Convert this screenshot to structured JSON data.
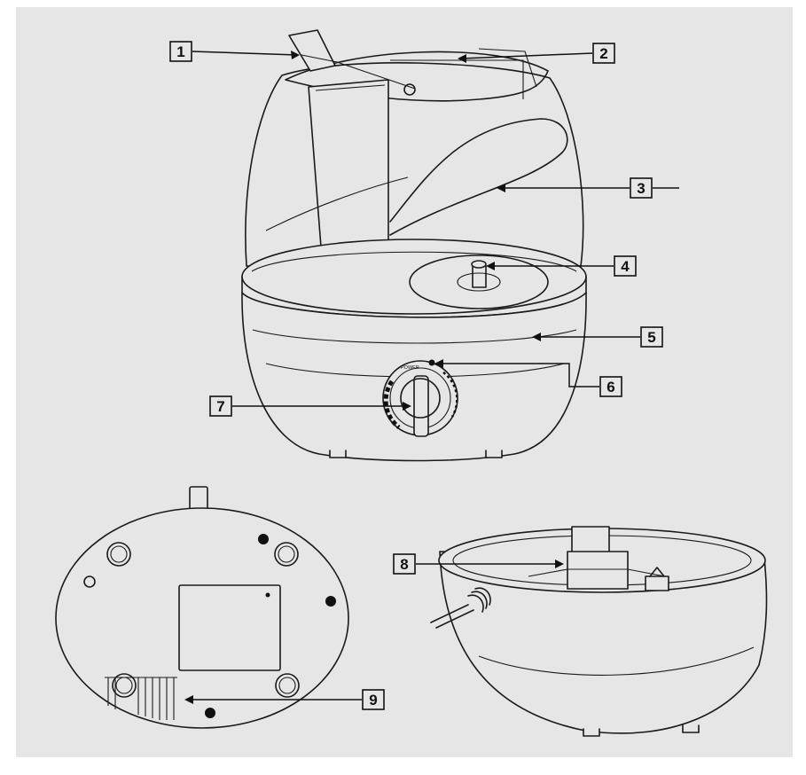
{
  "callouts": [
    {
      "id": "c1",
      "label": "1"
    },
    {
      "id": "c2",
      "label": "2"
    },
    {
      "id": "c3",
      "label": "3"
    },
    {
      "id": "c4",
      "label": "4"
    },
    {
      "id": "c5",
      "label": "5"
    },
    {
      "id": "c6",
      "label": "6"
    },
    {
      "id": "c7",
      "label": "7"
    },
    {
      "id": "c8",
      "label": "8"
    },
    {
      "id": "c9",
      "label": "9"
    }
  ],
  "dial": {
    "power_label": "POWER"
  },
  "colors": {
    "background": "#e6e6e6",
    "line": "#1a1a1a"
  }
}
